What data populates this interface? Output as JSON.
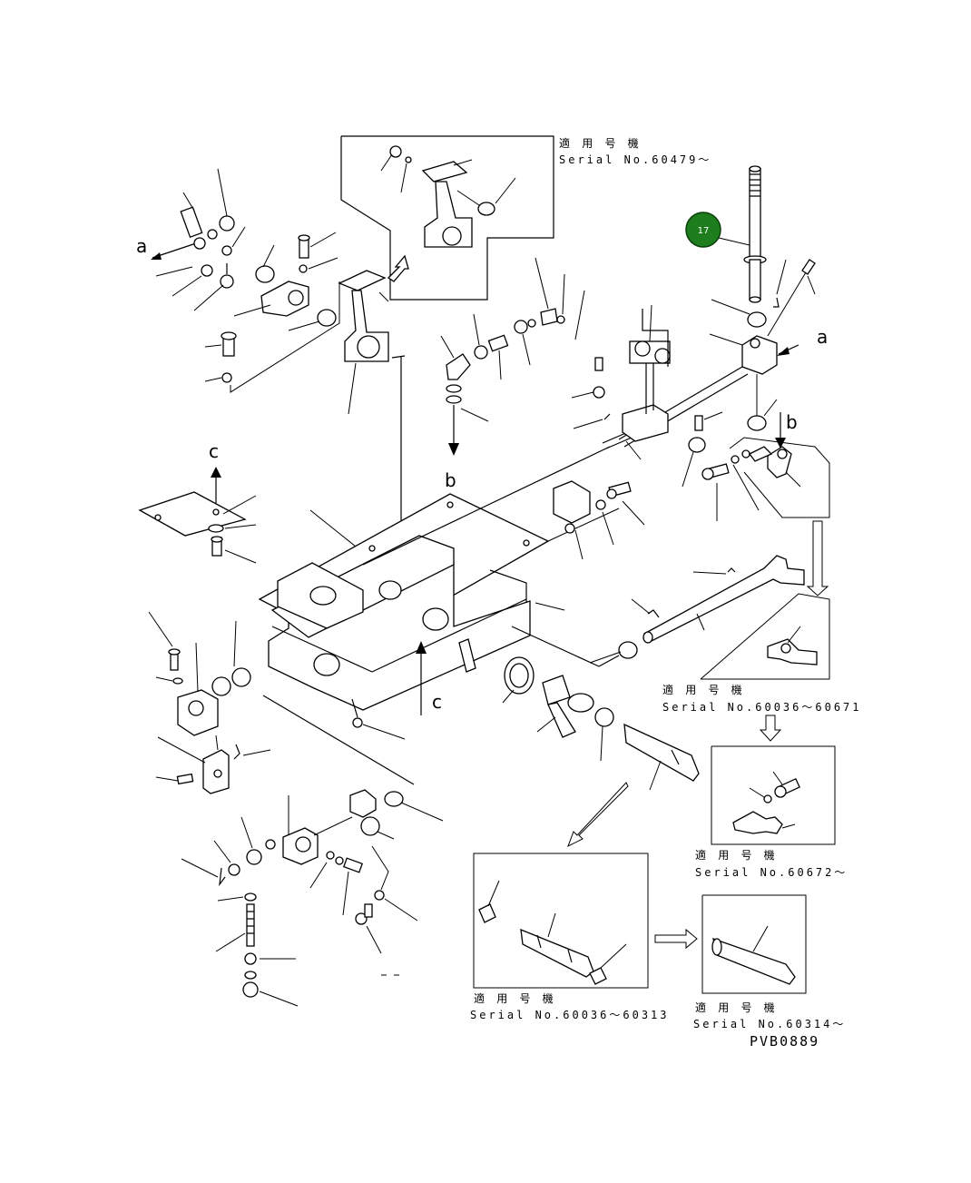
{
  "drawing_code": "PVB0889",
  "callout": {
    "number": "17",
    "color": "#1e7e1e",
    "border": "#0a3f0a"
  },
  "view_letters": {
    "a_left": "a",
    "a_right": "a",
    "b_top": "b",
    "b_right": "b",
    "c_top": "c",
    "c_bottom": "c"
  },
  "inset_captions": [
    {
      "title": "適 用 号 機",
      "serial": "Serial No.60479～"
    },
    {
      "title": "適 用 号 機",
      "serial": "Serial No.60036～60671"
    },
    {
      "title": "適 用 号 機",
      "serial": "Serial No.60672～"
    },
    {
      "title": "適 用 号 機",
      "serial": "Serial No.60036～60313"
    },
    {
      "title": "適 用 号 機",
      "serial": "Serial No.60314～"
    }
  ]
}
